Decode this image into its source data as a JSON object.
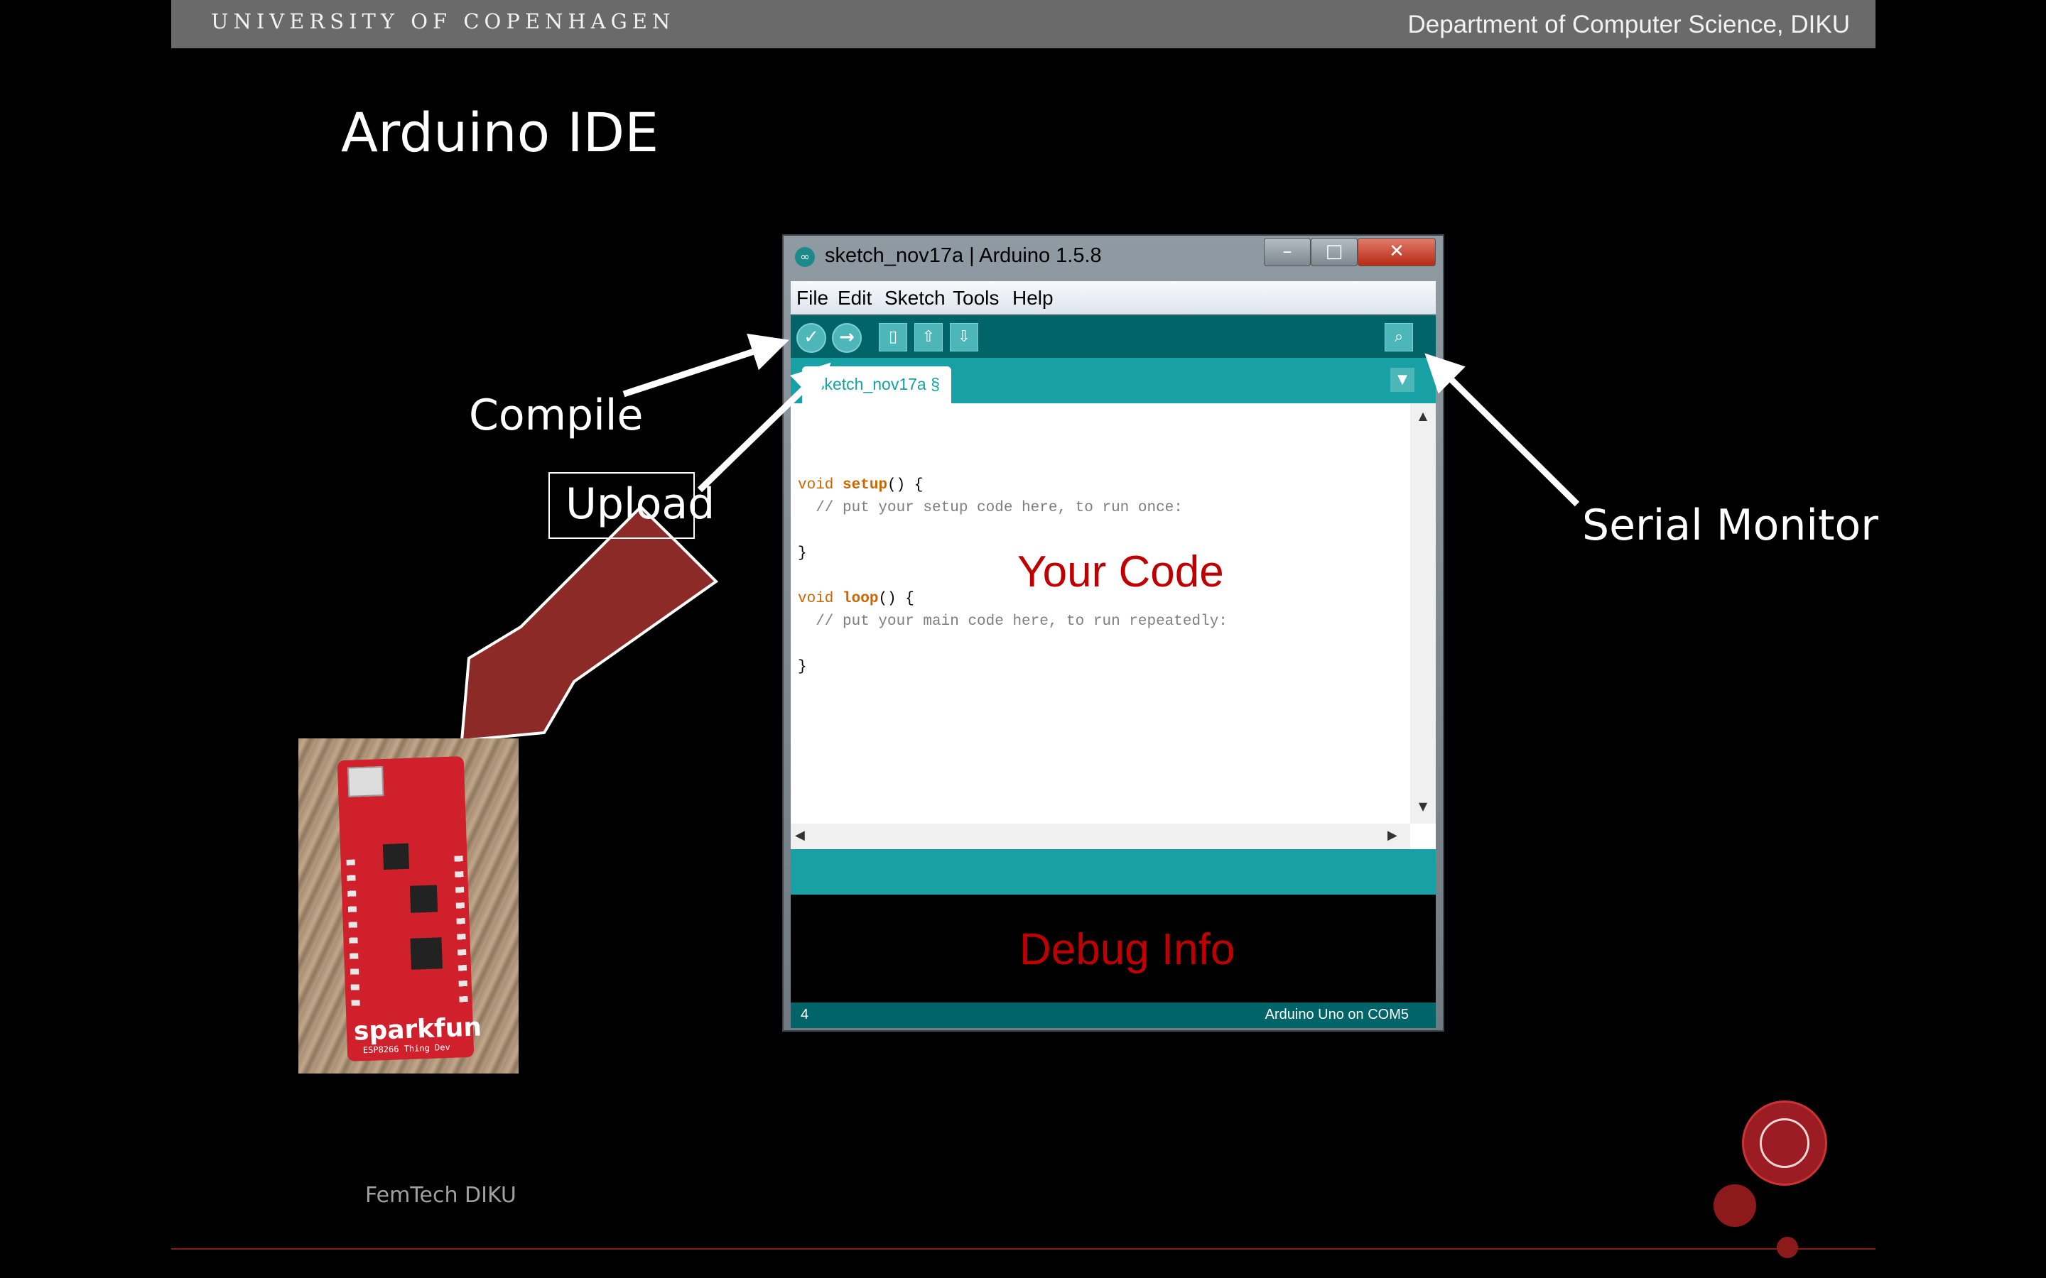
{
  "header": {
    "university": "UNIVERSITY OF COPENHAGEN",
    "department": "Department of Computer Science, DIKU"
  },
  "slide": {
    "title": "Arduino IDE",
    "annotations": {
      "compile": "Compile",
      "upload": "Upload",
      "serial_monitor": "Serial Monitor",
      "your_code": "Your Code",
      "debug_info": "Debug Info"
    },
    "footer": "FemTech DIKU"
  },
  "ide": {
    "window_title": "sketch_nov17a | Arduino 1.5.8",
    "menu": [
      "File",
      "Edit",
      "Sketch",
      "Tools",
      "Help"
    ],
    "toolbar": {
      "verify_icon": "check-icon",
      "upload_icon": "arrow-right-icon",
      "new_icon": "document-icon",
      "open_icon": "arrow-up-icon",
      "save_icon": "arrow-down-icon",
      "serial_icon": "magnifier-icon"
    },
    "tab_label": "sketch_nov17a §",
    "code": {
      "kw_void": "void",
      "fn_setup": "setup",
      "fn_loop": "loop",
      "parens_brace": "() {",
      "comment_setup": "  // put your setup code here, to run once:",
      "comment_loop": "  // put your main code here, to run repeatedly:",
      "close_brace": "}"
    },
    "status": {
      "line_number": "4",
      "board": "Arduino Uno on COM5"
    }
  },
  "board": {
    "brand": "sparkfun",
    "model": "ESP8266 Thing Dev"
  },
  "colors": {
    "arduino_teal": "#17a1a5",
    "arduino_dark_teal": "#006468",
    "annotation_red": "#c00000",
    "upload_arrow": "#8b2a26",
    "ku_red": "#8c1a1a"
  }
}
